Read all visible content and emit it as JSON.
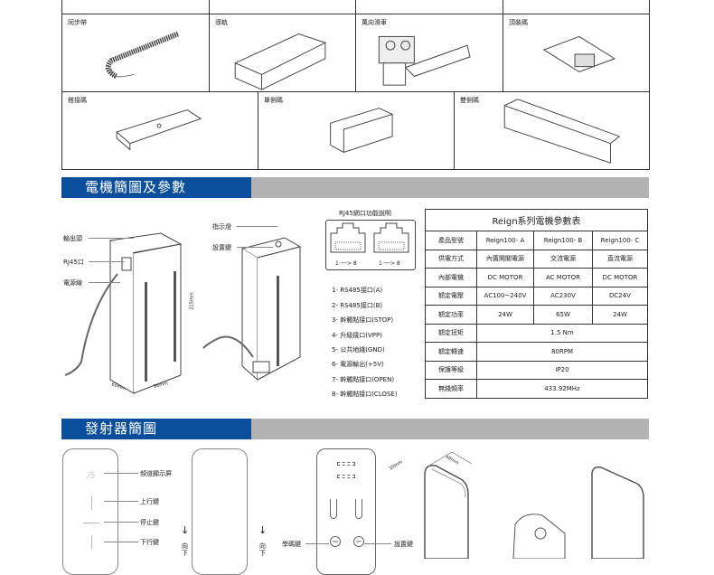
{
  "accessories": {
    "row1": [
      "同步帶",
      "導軌",
      "萬向滑車",
      "頂裝碼"
    ],
    "row2": [
      "搭接碼",
      "單側碼",
      "雙側碼"
    ]
  },
  "section1": {
    "title": "電機簡圖及參數"
  },
  "motor_labels": {
    "output": "輸出頭",
    "rj45": "RJ45口",
    "power": "電源線",
    "indicator": "指示燈",
    "set_key": "設置鍵",
    "height": "215mm",
    "depth": "60mm",
    "width": "86mm"
  },
  "rj45": {
    "title": "RJ45網口功能說明",
    "range": "1 ──> 8",
    "pins": [
      "1- RS485接口(A)",
      "2- RS485接口(B)",
      "3- 幹觸點接口(STOP)",
      "4- 升級接口(VPP)",
      "5- 公共地綫(GND)",
      "6- 電源輸出(+5V)",
      "7- 幹觸點接口(OPEN)",
      "8- 幹觸點接口(CLOSE)"
    ]
  },
  "spec_table": {
    "title": "Reign系列電機參數表",
    "rows": [
      {
        "label": "產品型號",
        "values": [
          "Reign100- A",
          "Reign100- B",
          "Reign100- C"
        ]
      },
      {
        "label": "供電方式",
        "values": [
          "內置開關電源",
          "交流電源",
          "直流電源"
        ]
      },
      {
        "label": "內部電機",
        "values": [
          "DC MOTOR",
          "AC MOTOR",
          "DC MOTOR"
        ]
      },
      {
        "label": "額定電壓",
        "values": [
          "AC100~240V",
          "AC230V",
          "DC24V"
        ]
      },
      {
        "label": "額定功率",
        "values": [
          "24W",
          "65W",
          "24W"
        ]
      },
      {
        "label": "額定扭矩",
        "values": [
          "1.5 Nm"
        ]
      },
      {
        "label": "額定轉速",
        "values": [
          "80RPM"
        ]
      },
      {
        "label": "保護等級",
        "values": [
          "IP20"
        ]
      },
      {
        "label": "無綫頻率",
        "values": [
          "433.92MHz"
        ]
      }
    ]
  },
  "section2": {
    "title": "發射器簡圖"
  },
  "remote_labels": {
    "display": "頻道顯示屏",
    "up": "上行鍵",
    "stop": "停止鍵",
    "down": "下行鍵",
    "arrow_text": "向下",
    "learn": "學碼鍵",
    "set": "設置鍵",
    "prg": "PRG",
    "set_btn": "SET",
    "thickness": "10mm",
    "width": "48mm",
    "channel": "/5"
  },
  "colors": {
    "blue": "#0b4f9c",
    "gray": "#b3b3b3"
  }
}
